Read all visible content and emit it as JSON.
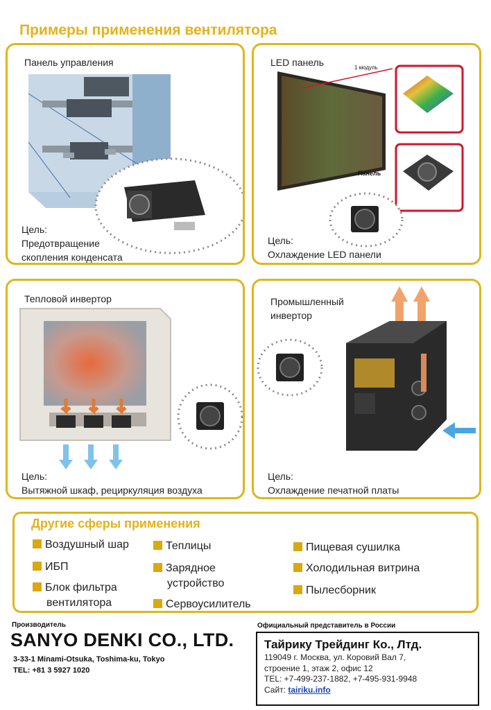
{
  "page": {
    "title": "Примеры применения вентилятора"
  },
  "panels": [
    {
      "title": "Панель управления",
      "goal": [
        "Цель:",
        "Предотвращение",
        "скопления конденсата"
      ]
    },
    {
      "title": "LED панель",
      "goal": [
        "Цель:",
        "Охлаждение LED панели"
      ],
      "labels": {
        "module": "1 модуль",
        "panel": "Панель"
      }
    },
    {
      "title": "Тепловой инвертор",
      "goal": [
        "Цель:",
        "Вытяжной шкаф, рециркуляция воздуха"
      ]
    },
    {
      "title": [
        "Промышленный",
        "инвертор"
      ],
      "goal": [
        "Цель:",
        "Охлаждение печатной платы"
      ]
    }
  ],
  "other_applications": {
    "title": "Другие сферы применения",
    "items": [
      [
        "Воздушный шар"
      ],
      [
        "ИБП"
      ],
      [
        "Блок фильтра",
        "вентилятора"
      ],
      [
        "Теплицы"
      ],
      [
        "Зарядное",
        "устройство"
      ],
      [
        "Сервоусилитель"
      ],
      [
        "Пищевая сушилка"
      ],
      [
        "Холодильная витрина"
      ],
      [
        "Пылесборник"
      ]
    ]
  },
  "manufacturer": {
    "label": "Производитель",
    "name": "SANYO DENKI CO., LTD.",
    "address": "3-33-1 Minami-Otsuka, Toshima-ku, Tokyo",
    "tel": "TEL: +81 3 5927 1020"
  },
  "representative": {
    "label": "Официальный представитель в России",
    "name": "Тайрику Трейдинг Ко., Лтд.",
    "address_line1": "119049 г. Москва, ул. Коровий Вал 7,",
    "address_line2": "строение 1, этаж 2, офис 12",
    "tel": "TEL: +7-499-237-1882, +7-495-931-9948",
    "site_label": "Сайт:",
    "site_link": "tairiku.info"
  },
  "colors": {
    "accent": "#e0b51b",
    "title": "#e5b21a",
    "bullet": "#d8a910",
    "highlight_red": "#d3142b",
    "link": "#1a44b4"
  },
  "icons": [
    "fan-icon",
    "arrow-icon",
    "bullet-square-icon"
  ]
}
